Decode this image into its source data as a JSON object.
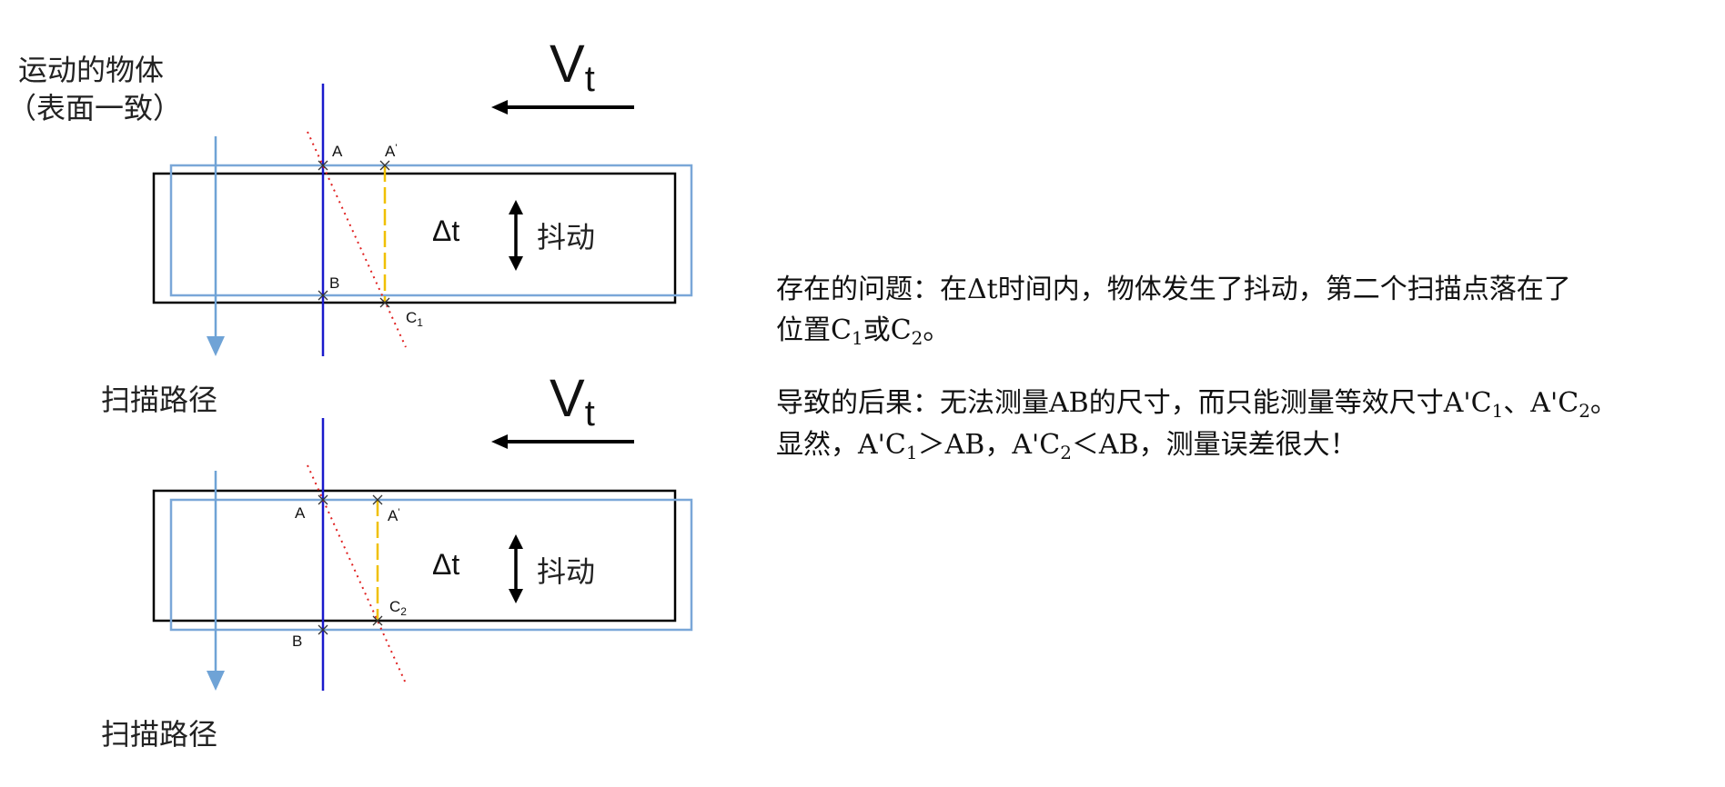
{
  "labels": {
    "moving_object": "运动的物体",
    "surface_consistent": "（表面一致）",
    "scan_path": "扫描路径",
    "jitter": "抖动",
    "delta_t": "Δt",
    "velocity_main": "V",
    "velocity_sub": "t",
    "point_a": "A",
    "point_a_prime": "A",
    "prime_mark": "'",
    "point_b": "B",
    "point_c": "C",
    "sub_1": "1",
    "sub_2": "2"
  },
  "problem": {
    "line1": "存在的问题：在Δt时间内，物体发生了抖动，第二个扫描点落在了",
    "line2_a": "位置C",
    "line2_b": "或C",
    "line2_c": "。"
  },
  "consequence": {
    "line1_a": "导致的后果：无法测量AB的尺寸，而只能测量等效尺寸A'C",
    "line1_b": "、A'C",
    "line1_c": "。",
    "line2_a": "显然，A'C",
    "line2_b": "＞AB，A'C",
    "line2_c": "＜AB，测量误差很大！"
  },
  "colors": {
    "object_outline": "#000000",
    "shifted_outline": "#7aa7d8",
    "scan_line": "#1a1acc",
    "scan_arrow": "#6fa3d6",
    "dashed_segment": "#f0c000",
    "dotted_line": "#e02020"
  }
}
